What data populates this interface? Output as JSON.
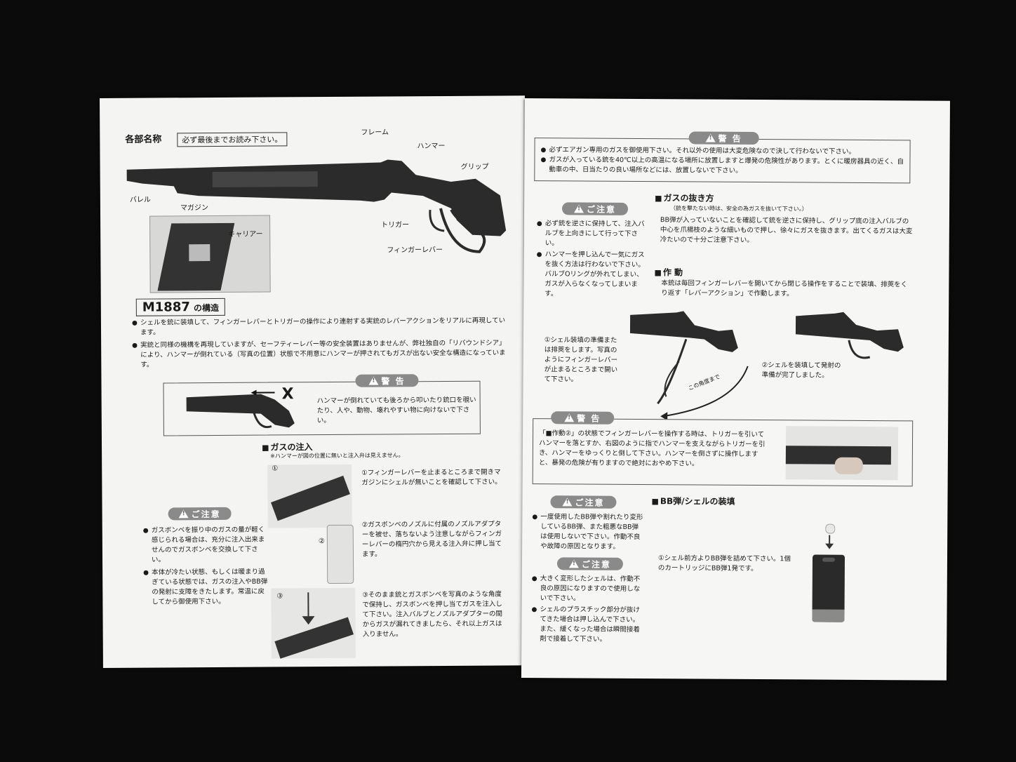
{
  "left": {
    "parts_title": "各部名称",
    "parts_note": "必ず最後までお読み下さい。",
    "labels": {
      "frame": "フレーム",
      "hammer": "ハンマー",
      "grip": "グリップ",
      "barrel": "バレル",
      "magazine": "マガジン",
      "trigger": "トリガー",
      "finger_lever": "フィンガーレバー",
      "carrier": "キャリアー"
    },
    "structure_title_main": "M1887",
    "structure_title_sub": "の構造",
    "structure_bullets": [
      "シェルを銃に装填して、フィンガーレバーとトリガーの操作により連射する実銃のレバーアクションをリアルに再現しています。",
      "実銃と同様の機構を再現していますが、セーフティーレバー等の安全装置はありませんが、弊社独自の「リバウンドシア」により、ハンマーが倒れている（写真の位置）状態で不用意にハンマーが押されてもガスが出ない安全な構造になっています。"
    ],
    "warning_label": "警 告",
    "warning_text": "ハンマーが倒れていても後ろから叩いたり銃口を覗いたり、人や、動物、壊れやすい物に向けないで下さい。",
    "gas_title": "ガスの注入",
    "gas_note": "※ハンマーが図の位置に無いと注入弁は見えません。",
    "gas_steps": [
      {
        "num": "①",
        "text": "①フィンガーレバーを止まるところまで開きマガジンにシェルが無いことを確認して下さい。"
      },
      {
        "num": "②",
        "text": "②ガスボンベのノズルに付属のノズルアダプターを被せ、落ちないよう注意しながらフィンガーレバーの楕円穴から見える注入弁に押し当てます。"
      },
      {
        "num": "③",
        "text": "③そのまま銃とガスボンベを写真のような角度で保持し、ガスボンベを押し当てガスを注入して下さい。注入バルブとノズルアダプターの間からガスが漏れてきましたら、それ以上ガスは入りません。"
      }
    ],
    "caution_label": "ご注意",
    "caution_bullets": [
      "ガスボンベを振り中のガスの量が軽く感じられる場合は、充分に注入出来ませんのでガスボンベを交換して下さい。",
      "本体が冷たい状態、もしくは暖まり過ぎている状態では、ガスの注入やBB弾の発射に支障をきたします。常温に戻してから御使用下さい。"
    ]
  },
  "right": {
    "warning_label": "警 告",
    "warning_bullets": [
      "必ずエアガン専用のガスを御使用下さい。それ以外の使用は大変危険なので決して行わないで下さい。",
      "ガスが入っている銃を40℃以上の高温になる場所に放置しますと爆発の危険性があります。とくに暖房器具の近く、自動車の中、日当たりの良い場所などには、放置しないで下さい。"
    ],
    "caution_label": "ご注意",
    "caution1_bullets": [
      "必ず銃を逆さに保持して、注入バルブを上向きにして行って下さい。",
      "ハンマーを押し込んで一気にガスを抜く方法は行わないで下さい。バルブOリングが外れてしまい、ガスが入らなくなってしまいます。"
    ],
    "gas_release_title": "ガスの抜き方",
    "gas_release_note": "（銃を撃たない時は、安全の為ガスを抜いて下さい。）",
    "gas_release_text": "BB弾が入っていないことを確認して銃を逆さに保持し、グリップ底の注入バルブの中心を爪楊枝のような細いもので押し、徐々にガスを抜きます。出てくるガスは大変冷たいので十分ご注意下さい。",
    "action_title": "作 動",
    "action_text": "本銃は毎回フィンガーレバーを開いてから閉じる操作をすることで装填、排莢をくり返す「レバーアクション」で作動します。",
    "action_step1": "①シェル装填の準備または排莢をします。写真のようにフィンガーレバーが止まるところまで開いて下さい。",
    "action_angle": "この角度まで",
    "action_step2": "②シェルを装填して発射の準備が完了しました。",
    "warning2_label": "警 告",
    "warning2_text": "「■作動②」の状態でフィンガーレバーを操作する時は、トリガーを引いてハンマーを落とすか、右図のように指でハンマーを支えながらトリガーを引き、ハンマーをゆっくりと倒して下さい。ハンマーを倒さずに操作しますと、暴発の危険が有りますので絶対におやめ下さい。",
    "caution2_bullets": [
      "一度使用したBB弾や割れたり変形しているBB弾、また粗悪なBB弾は使用しないで下さい。作動不良や故障の原因となります。"
    ],
    "caution3_bullets": [
      "大きく変形したシェルは、作動不良の原因になりますので使用しないで下さい。",
      "シェルのプラスチック部分が抜けてきた場合は押し込んで下さい。また、緩くなった場合は瞬間接着剤で接着して下さい。"
    ],
    "bb_title": "BB弾/シェルの装填",
    "bb_text": "①シェル前方よりBB弾を詰めて下さい。1個のカートリッジにBB弾1発です。"
  }
}
